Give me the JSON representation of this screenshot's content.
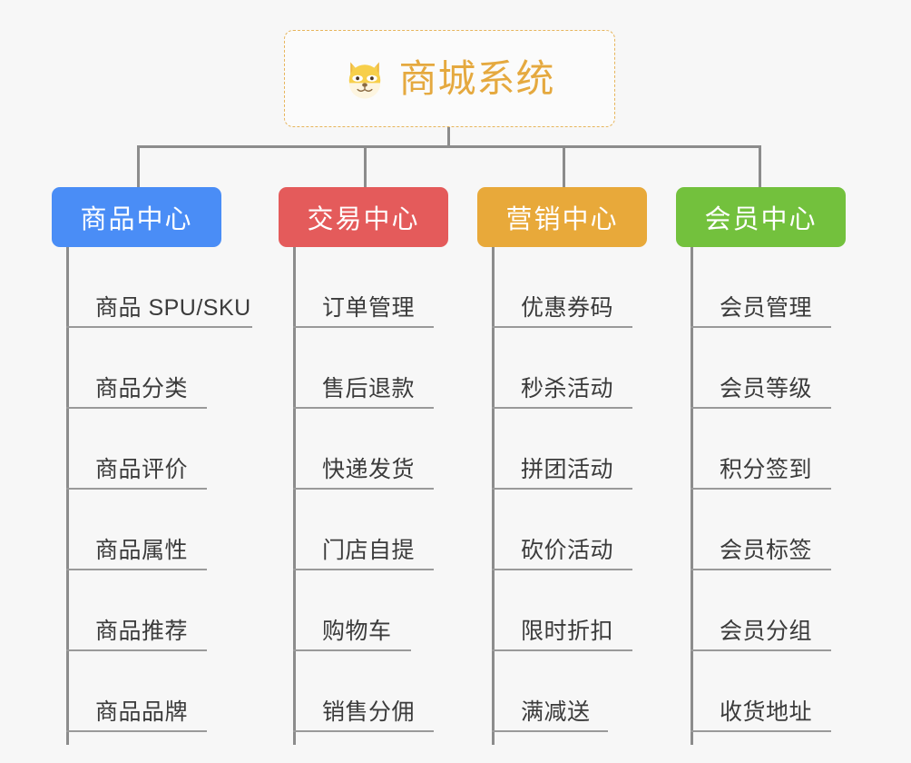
{
  "root": {
    "title": "商城系统",
    "icon": "dog-face-icon",
    "title_color": "#e5a93f",
    "border_color": "#e7b55c"
  },
  "categories": [
    {
      "label": "商品中心",
      "color": "#4a8df6",
      "items": [
        {
          "label": "商品 SPU/SKU",
          "underline_width": 205
        },
        {
          "label": "商品分类",
          "underline_width": 155
        },
        {
          "label": "商品评价",
          "underline_width": 155
        },
        {
          "label": "商品属性",
          "underline_width": 155
        },
        {
          "label": "商品推荐",
          "underline_width": 155
        },
        {
          "label": "商品品牌",
          "underline_width": 155
        }
      ]
    },
    {
      "label": "交易中心",
      "color": "#e45b5b",
      "items": [
        {
          "label": "订单管理",
          "underline_width": 155
        },
        {
          "label": "售后退款",
          "underline_width": 155
        },
        {
          "label": "快递发货",
          "underline_width": 155
        },
        {
          "label": "门店自提",
          "underline_width": 155
        },
        {
          "label": "购物车",
          "underline_width": 130
        },
        {
          "label": "销售分佣",
          "underline_width": 155
        }
      ]
    },
    {
      "label": "营销中心",
      "color": "#e8a93a",
      "items": [
        {
          "label": "优惠券码",
          "underline_width": 155
        },
        {
          "label": "秒杀活动",
          "underline_width": 155
        },
        {
          "label": "拼团活动",
          "underline_width": 155
        },
        {
          "label": "砍价活动",
          "underline_width": 155
        },
        {
          "label": "限时折扣",
          "underline_width": 155
        },
        {
          "label": "满减送",
          "underline_width": 128
        }
      ]
    },
    {
      "label": "会员中心",
      "color": "#73c13d",
      "items": [
        {
          "label": "会员管理",
          "underline_width": 155
        },
        {
          "label": "会员等级",
          "underline_width": 155
        },
        {
          "label": "积分签到",
          "underline_width": 155
        },
        {
          "label": "会员标签",
          "underline_width": 155
        },
        {
          "label": "会员分组",
          "underline_width": 155
        },
        {
          "label": "收货地址",
          "underline_width": 155
        }
      ]
    }
  ]
}
